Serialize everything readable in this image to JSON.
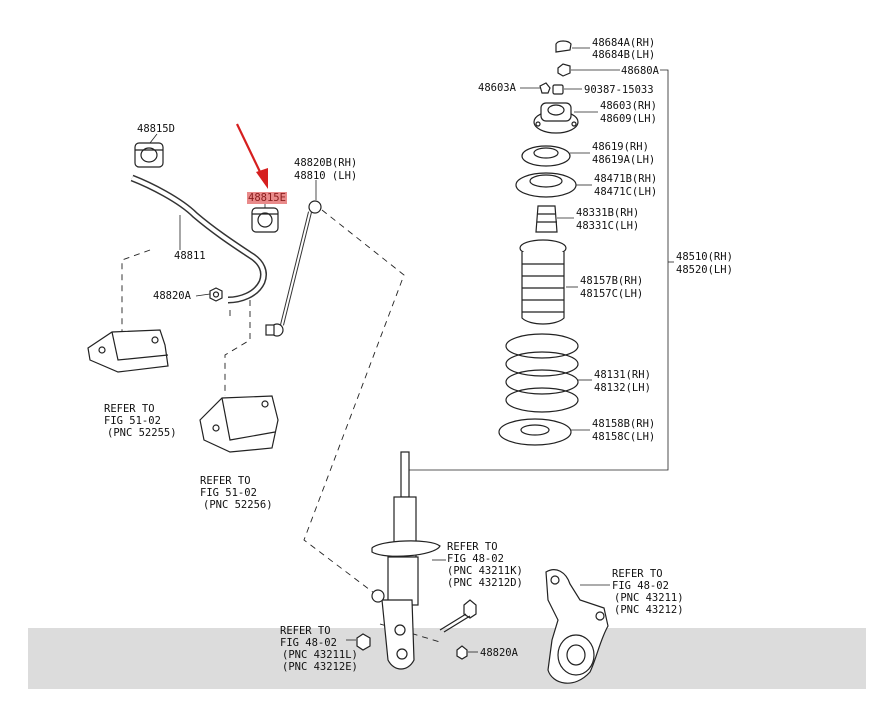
{
  "highlight_color": "#e98a8a",
  "callout_arrow_color": "#d61f1f",
  "band_color": "#dcdcdc",
  "labels": {
    "p48815D": "48815D",
    "p48815E": "48815E",
    "p48811": "48811",
    "p48820A_left": "48820A",
    "p48820B": "48820B(RH)",
    "p48810": "48810 (LH)",
    "ref_a_1": "REFER TO",
    "ref_a_2": "FIG 51-02",
    "ref_a_3": "(PNC 52255)",
    "ref_b_1": "REFER TO",
    "ref_b_2": "FIG 51-02",
    "ref_b_3": "(PNC 52256)",
    "p48684A": "48684A(RH)",
    "p48684B": "48684B(LH)",
    "p48680A": "48680A",
    "p48603A": "48603A",
    "p90387": "90387-15033",
    "p48603": "48603(RH)",
    "p48609": "48609(LH)",
    "p48619": "48619(RH)",
    "p48619A": "48619A(LH)",
    "p48471B": "48471B(RH)",
    "p48471C": "48471C(LH)",
    "p48331B": "48331B(RH)",
    "p48331C": "48331C(LH)",
    "p48510": "48510(RH)",
    "p48520": "48520(LH)",
    "p48157B": "48157B(RH)",
    "p48157C": "48157C(LH)",
    "p48131": "48131(RH)",
    "p48132": "48132(LH)",
    "p48158B": "48158B(RH)",
    "p48158C": "48158C(LH)",
    "ref_c_1": "REFER TO",
    "ref_c_2": "FIG 48-02",
    "ref_c_3": "(PNC 43211K)",
    "ref_c_4": "(PNC 43212D)",
    "ref_d_1": "REFER TO",
    "ref_d_2": "FIG 48-02",
    "ref_d_3": "(PNC 43211)",
    "ref_d_4": "(PNC 43212)",
    "ref_e_1": "REFER TO",
    "ref_e_2": "FIG 48-02",
    "ref_e_3": "(PNC 43211L)",
    "ref_e_4": "(PNC 43212E)",
    "p48820A_bottom": "48820A"
  }
}
